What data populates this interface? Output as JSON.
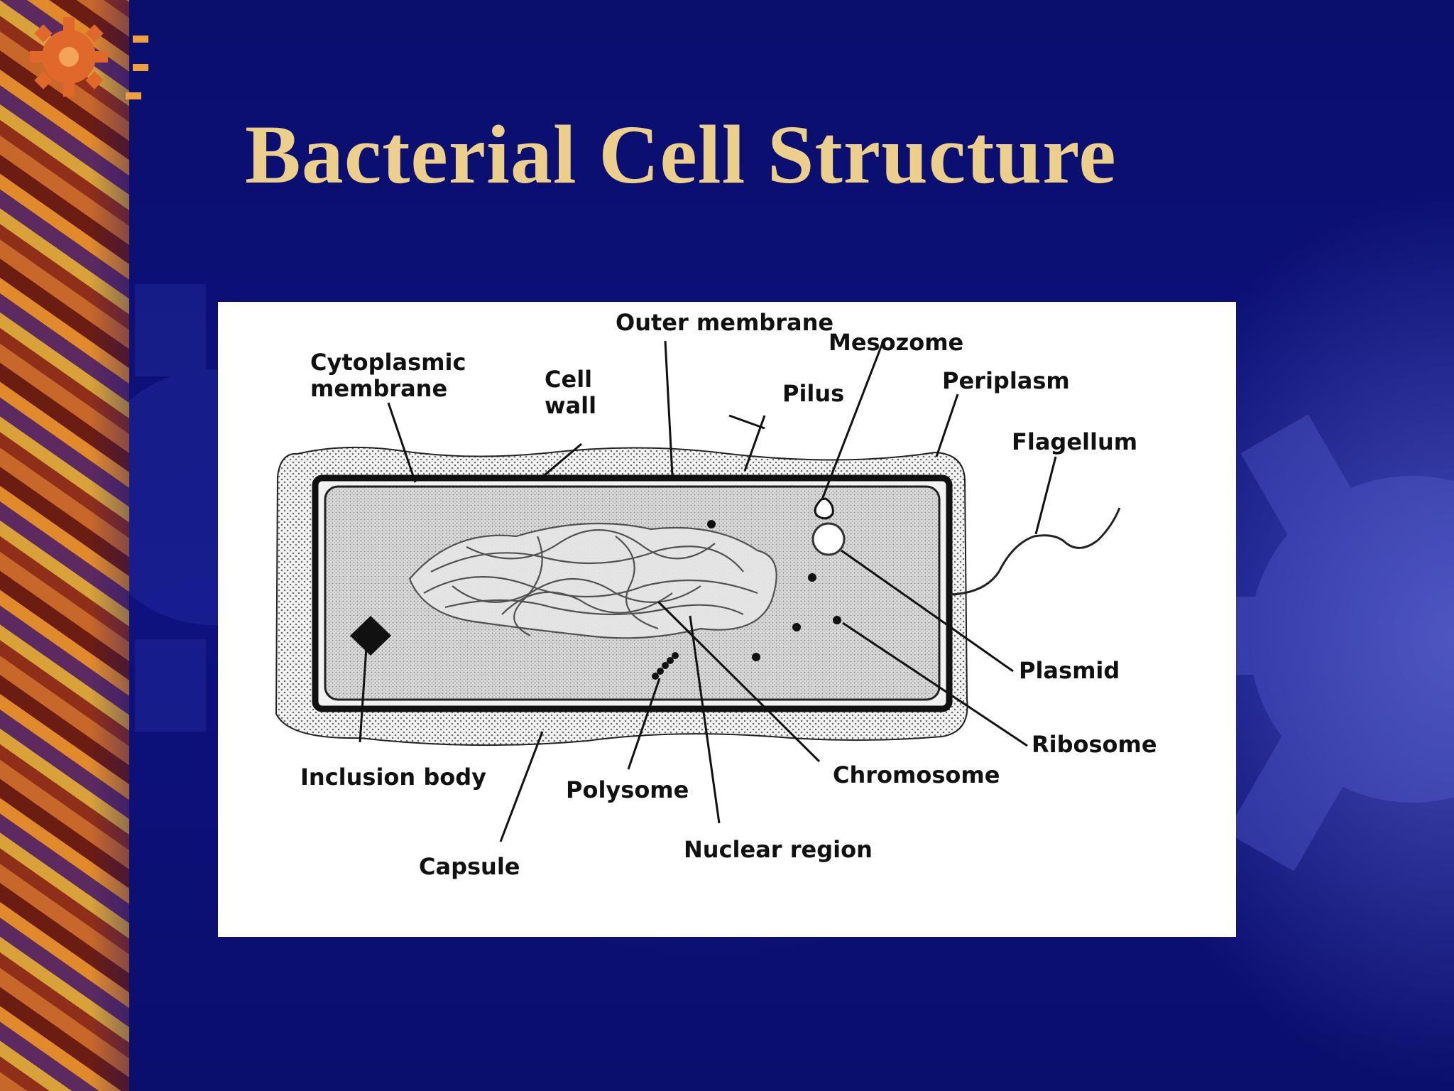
{
  "slide": {
    "title": "Bacterial Cell Structure"
  },
  "diagram": {
    "labels": {
      "outer_membrane": "Outer membrane",
      "mesozome": "Mesozome",
      "cytoplasmic_membrane_line1": "Cytoplasmic",
      "cytoplasmic_membrane_line2": "membrane",
      "cell_wall_line1": "Cell",
      "cell_wall_line2": "wall",
      "pilus": "Pilus",
      "periplasm": "Periplasm",
      "flagellum": "Flagellum",
      "plasmid": "Plasmid",
      "ribosome": "Ribosome",
      "chromosome": "Chromosome",
      "inclusion_body": "Inclusion body",
      "polysome": "Polysome",
      "nuclear_region": "Nuclear region",
      "capsule": "Capsule"
    }
  },
  "theme": {
    "background": "#0b0f73",
    "title_color": "#eccf8a",
    "panel_color": "#ffffff"
  }
}
